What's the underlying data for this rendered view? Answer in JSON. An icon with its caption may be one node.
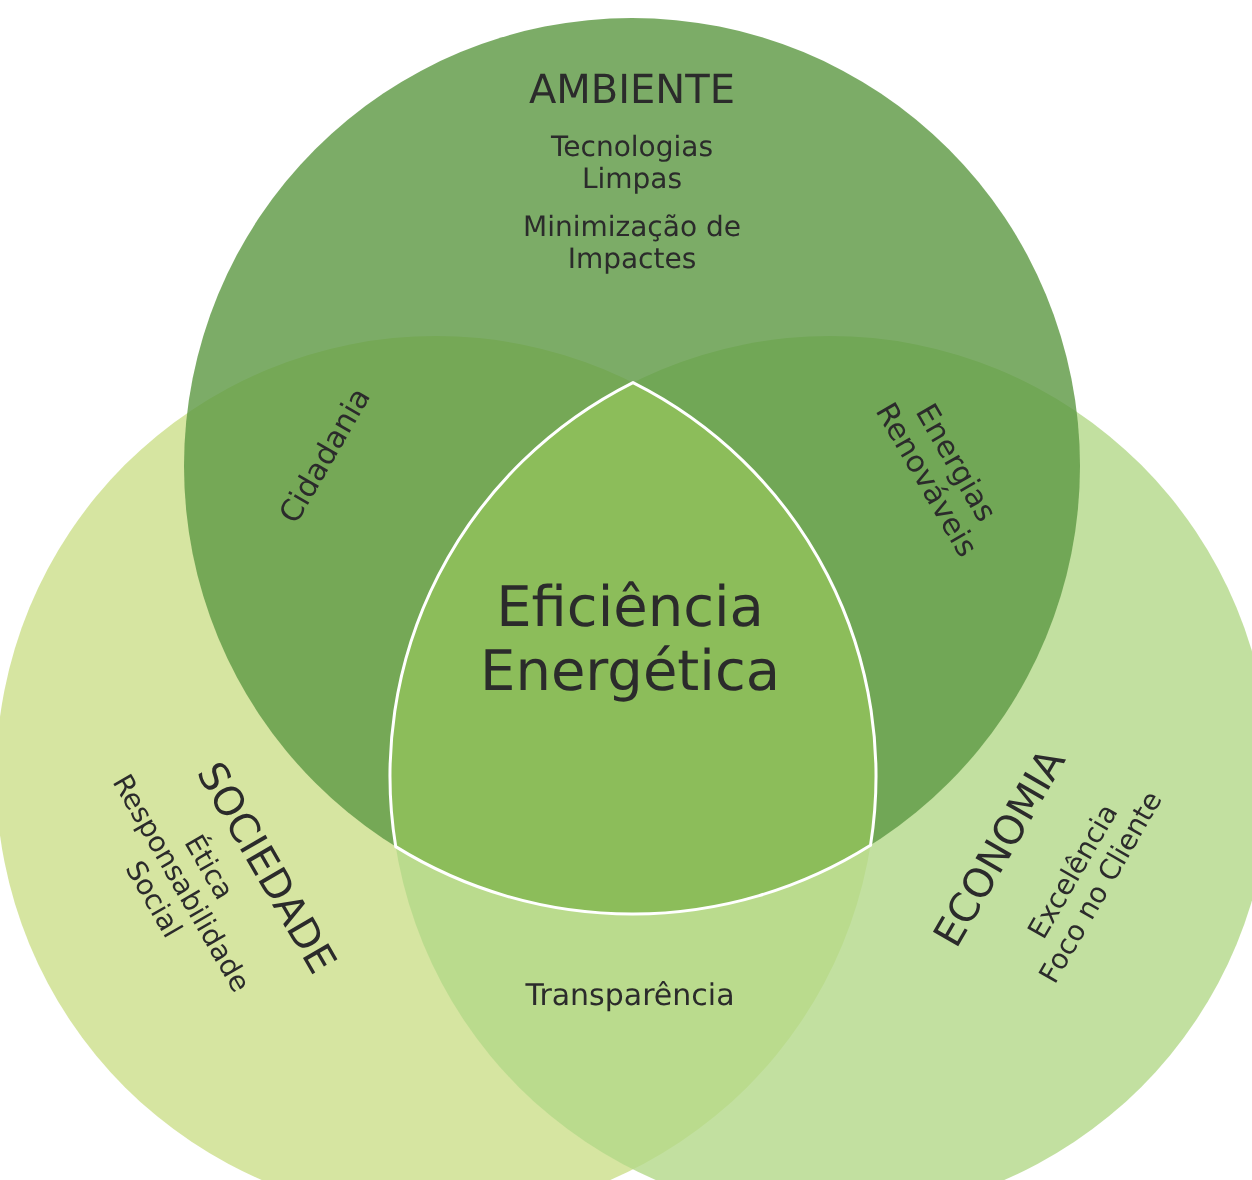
{
  "diagram": {
    "nodes": [
      {
        "text": [
          "AMBIENTE",
          "Tecnologias Limpas",
          "Minimização de Impactes"
        ]
      },
      {
        "text": [
          "SOCIEDADE",
          "Ética",
          "Responsabilidade Social"
        ]
      },
      {
        "text": [
          "ECONOMIA",
          "Excelência",
          "Foco no Cliente"
        ]
      },
      {
        "text": [
          "Cidadania"
        ]
      },
      {
        "text": [
          "Energias Renováveis"
        ]
      },
      {
        "text": [
          "Eficiência Energética"
        ]
      },
      {
        "text": [
          "Transparência"
        ]
      }
    ]
  }
}
